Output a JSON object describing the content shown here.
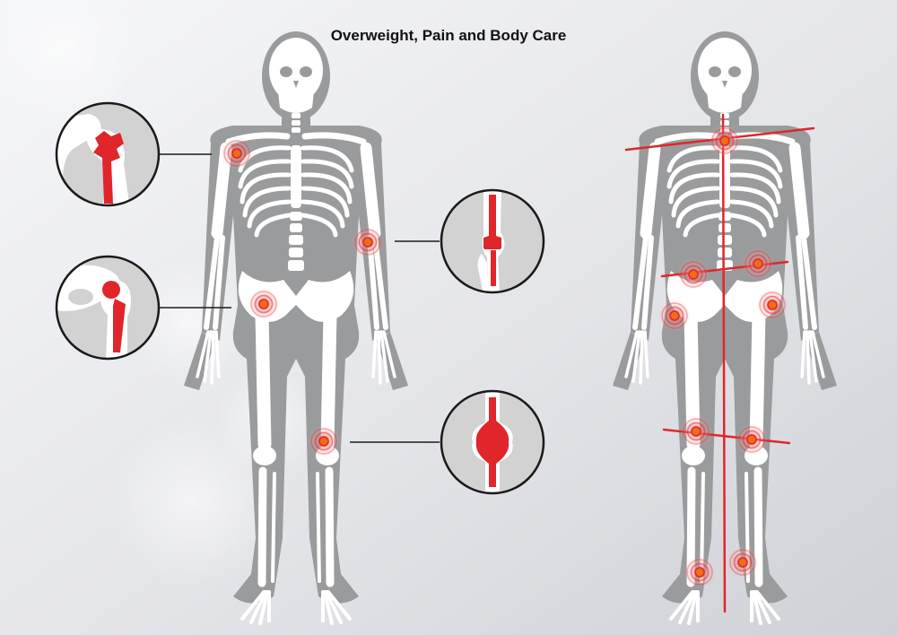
{
  "title": "Overweight, Pain and Body Care",
  "colors": {
    "background_light": "#f4f5f7",
    "background_dark": "#cfd1d6",
    "body_silhouette": "#9a9b9d",
    "bone": "#ffffff",
    "accent_red": "#e0262b",
    "pain_point_center": "#f26a1b",
    "inset_background": "#d2d2d2",
    "inset_border": "#1a1a1a",
    "connector_line": "#1a1a1a"
  },
  "figures": [
    {
      "id": "left-figure",
      "description_kind": "front-view skeleton with joint callouts",
      "pain_points": [
        "shoulder",
        "elbow",
        "hip",
        "knee"
      ],
      "insets": [
        {
          "joint": "shoulder",
          "icon": "shoulder-implant-icon"
        },
        {
          "joint": "hip",
          "icon": "hip-implant-icon"
        },
        {
          "joint": "elbow",
          "icon": "elbow-implant-icon"
        },
        {
          "joint": "knee",
          "icon": "knee-joint-icon"
        }
      ]
    },
    {
      "id": "right-figure",
      "description_kind": "front-view skeleton with posture lines",
      "pain_points": [
        "neck",
        "lower-back-left",
        "lower-back-right",
        "hip-left",
        "hip-right",
        "knee-left",
        "knee-right",
        "ankle-left",
        "ankle-right"
      ],
      "alignment_lines": [
        "shoulder-line",
        "pelvis-line",
        "knee-line",
        "vertical-axis"
      ]
    }
  ]
}
